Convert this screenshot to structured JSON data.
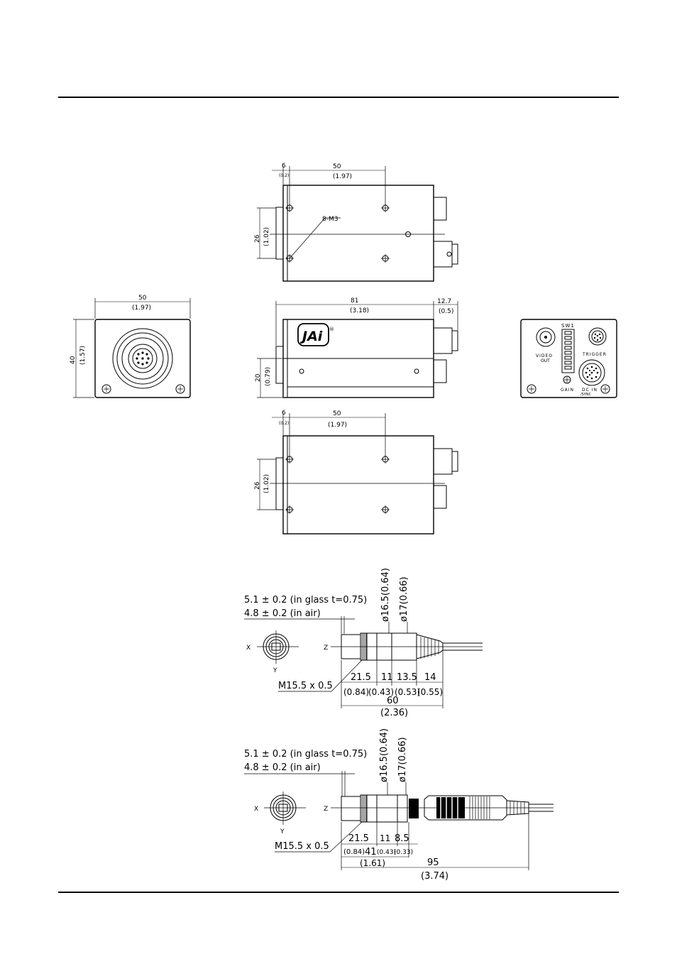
{
  "views": {
    "top": {
      "dim_edge": "6",
      "dim_edge_in": "(0.2)",
      "dim_holes": "50",
      "dim_holes_in": "(1.97)",
      "dim_height": "26",
      "dim_height_in": "(1.02)",
      "screw_callout": "8-M3"
    },
    "front": {
      "width": "50",
      "width_in": "(1.97)",
      "height": "40",
      "height_in": "(1.57)"
    },
    "side": {
      "length": "81",
      "length_in": "(3.18)",
      "connector": "12.7",
      "connector_in": "(0.5)",
      "offset": "20",
      "offset_in": "(0.79)",
      "logo": "JAi",
      "logo_mark": "®"
    },
    "rear": {
      "sw1": "SW1",
      "video_out_1": "VIDEO",
      "video_out_2": "OUT",
      "trigger": "TRIGGER",
      "gain": "GAIN",
      "dc_in_1": "DC IN",
      "dc_in_2": "/SYNC"
    },
    "bottom": {
      "dim_edge": "6",
      "dim_edge_in": "(0.2)",
      "dim_holes": "50",
      "dim_holes_in": "(1.97)",
      "dim_height": "26",
      "dim_height_in": "(1.02)"
    }
  },
  "lens1": {
    "glass": "5.1 ± 0.2 (in glass t=0.75)",
    "air": "4.8 ± 0.2 (in air)",
    "dia1": "ø16.5(0.64)",
    "dia2": "ø17(0.66)",
    "axis_x": "X",
    "axis_y": "Y",
    "axis_z": "Z",
    "thread": "M15.5 x 0.5",
    "seg1": "21.5",
    "seg1_in": "(0.84)",
    "seg2": "11",
    "seg2_in": "(0.43)",
    "seg3": "13.5",
    "seg3_in": "(0.53)",
    "seg4": "14",
    "seg4_in": "(0.55)",
    "total": "60",
    "total_in": "(2.36)"
  },
  "lens2": {
    "glass": "5.1 ± 0.2 (in glass t=0.75)",
    "air": "4.8 ± 0.2 (in air)",
    "dia1": "ø16.5(0.64)",
    "dia2": "ø17(0.66)",
    "axis_x": "X",
    "axis_y": "Y",
    "axis_z": "Z",
    "thread": "M15.5 x 0.5",
    "seg1": "21.5",
    "seg1_in": "(0.84)",
    "seg2": "11",
    "seg2_in": "(0.43)",
    "seg3": "8.5",
    "seg3_in": "(0.33)",
    "mid": "41",
    "mid_in": "(1.61)",
    "total": "95",
    "total_in": "(3.74)"
  }
}
